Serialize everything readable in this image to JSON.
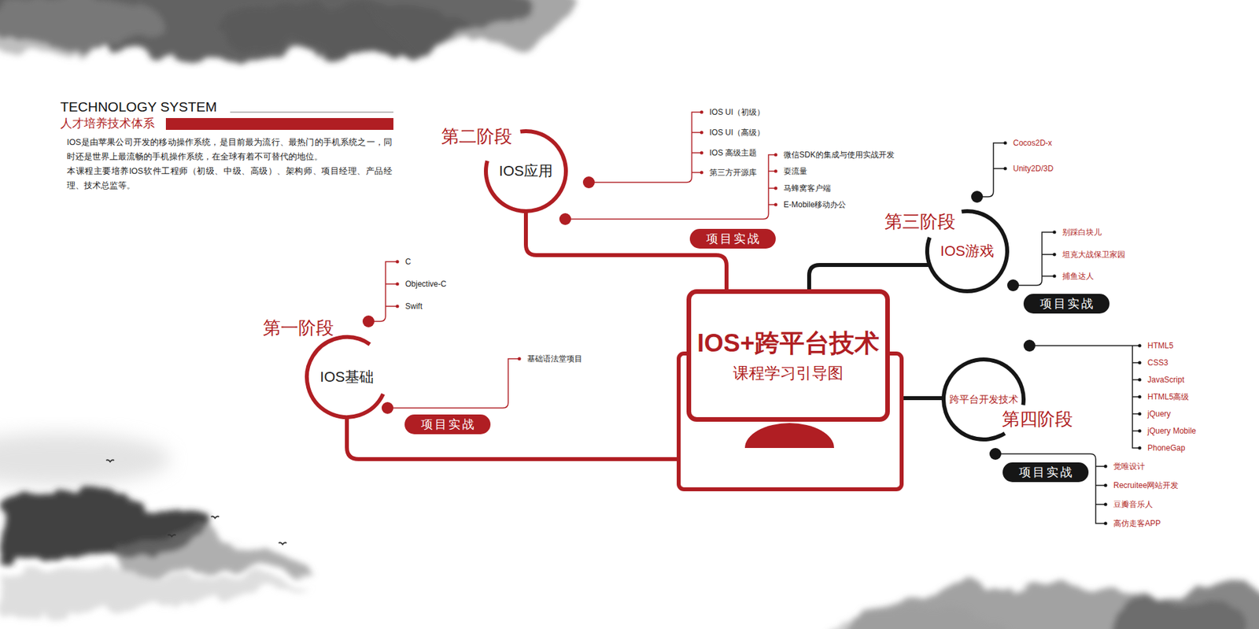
{
  "diagram": {
    "title": "TECHNOLOGY SYSTEM",
    "nodes": [
      {
        "text": [
          "IOS+跨平台技术",
          "课程学习引导图"
        ]
      },
      {
        "text": [
          "第一阶段",
          "IOS基础"
        ]
      },
      {
        "text": [
          "项目实战"
        ]
      },
      {
        "text": [
          "第二阶段",
          "IOS应用"
        ]
      },
      {
        "text": [
          "项目实战"
        ]
      },
      {
        "text": [
          "第三阶段",
          "IOS游戏"
        ]
      },
      {
        "text": [
          "项目实战"
        ]
      },
      {
        "text": [
          "第四阶段",
          "跨平台开发技术"
        ]
      },
      {
        "text": [
          "项目实战"
        ]
      }
    ],
    "edges": [
      {
        "from": 0,
        "to": 1,
        "arrow": "none"
      },
      {
        "from": 0,
        "to": 3,
        "arrow": "none"
      },
      {
        "from": 0,
        "to": 5,
        "arrow": "none"
      },
      {
        "from": 0,
        "to": 7,
        "arrow": "none"
      }
    ],
    "labels": [
      "人才培养技术体系",
      "IOS是由苹果公司开发的移动操作系统，是目前最为流行、最热门的手机系统之一，同时还是世界上最流畅的手机操作系统，在全球有着不可替代的地位。",
      "本课程主要培养IOS软件工程师（初级、中级、高级）、架构师、项目经理、产品经理、技术总监等。",
      "C",
      "Objective-C",
      "Swift",
      "基础语法堂项目",
      "IOS UI（初级）",
      "IOS UI（高级）",
      "IOS 高级主题",
      "第三方开源库",
      "微信SDK的集成与使用实战开发",
      "耍流量",
      "马蜂窝客户端",
      "E-Mobile移动办公",
      "Cocos2D-x",
      "Unity2D/3D",
      "别踩白块儿",
      "坦克大战保卫家园",
      "捕鱼达人",
      "HTML5",
      "CSS3",
      "JavaScript",
      "HTML5高级",
      "jQuery",
      "jQuery Mobile",
      "PhoneGap",
      "觉唯设计",
      "Recruitee网站开发",
      "豆瓣音乐人",
      "高仿走客APP"
    ]
  }
}
